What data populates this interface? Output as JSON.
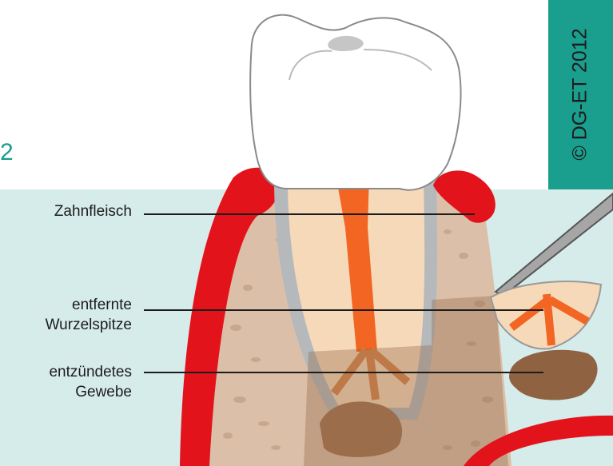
{
  "figure": {
    "number": "2",
    "copyright": "© DG-ET 2012"
  },
  "labels": {
    "gingiva": "Zahnfleisch",
    "apex": [
      "entfernte",
      "Wurzelspitze"
    ],
    "tissue": [
      "entzündetes",
      "Gewebe"
    ]
  },
  "colors": {
    "background_tint": "#d6eceb",
    "accent_teal": "#1a9e8e",
    "gum_red": "#e3131c",
    "bone": "#dcbfa8",
    "pulp_orange": "#f26522",
    "dentin": "#f6d9b8",
    "inflamed_tissue": "#8f6342",
    "enamel": "#ffffff",
    "root_outline": "#b5b9bc"
  },
  "icons": [
    "tooth-crown-icon",
    "dental-instrument-icon"
  ]
}
